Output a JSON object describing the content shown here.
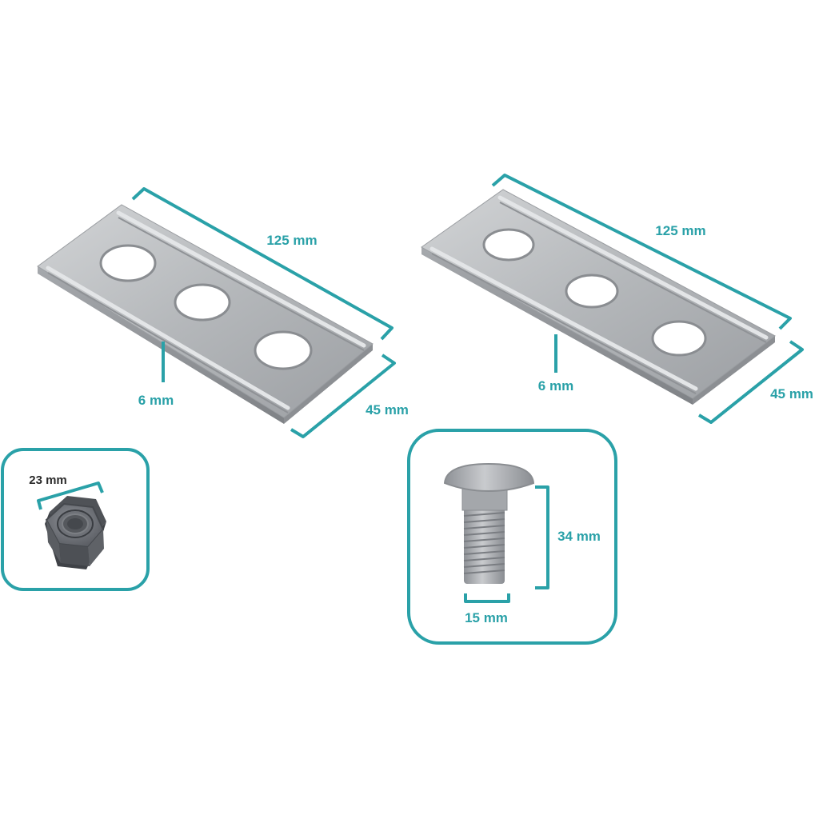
{
  "accent_color": "#2aa1a8",
  "metal_color": "#b7babd",
  "left_plate": {
    "length_label": "125 mm",
    "width_label": "45 mm",
    "thickness_label": "6 mm"
  },
  "right_plate": {
    "length_label": "125 mm",
    "width_label": "45 mm",
    "thickness_label": "6 mm"
  },
  "nut_card": {
    "icon": "hex-nut-icon",
    "size_label": "23 mm"
  },
  "bolt_card": {
    "icon": "carriage-bolt-icon",
    "length_label": "34 mm",
    "diameter_label": "15 mm"
  }
}
